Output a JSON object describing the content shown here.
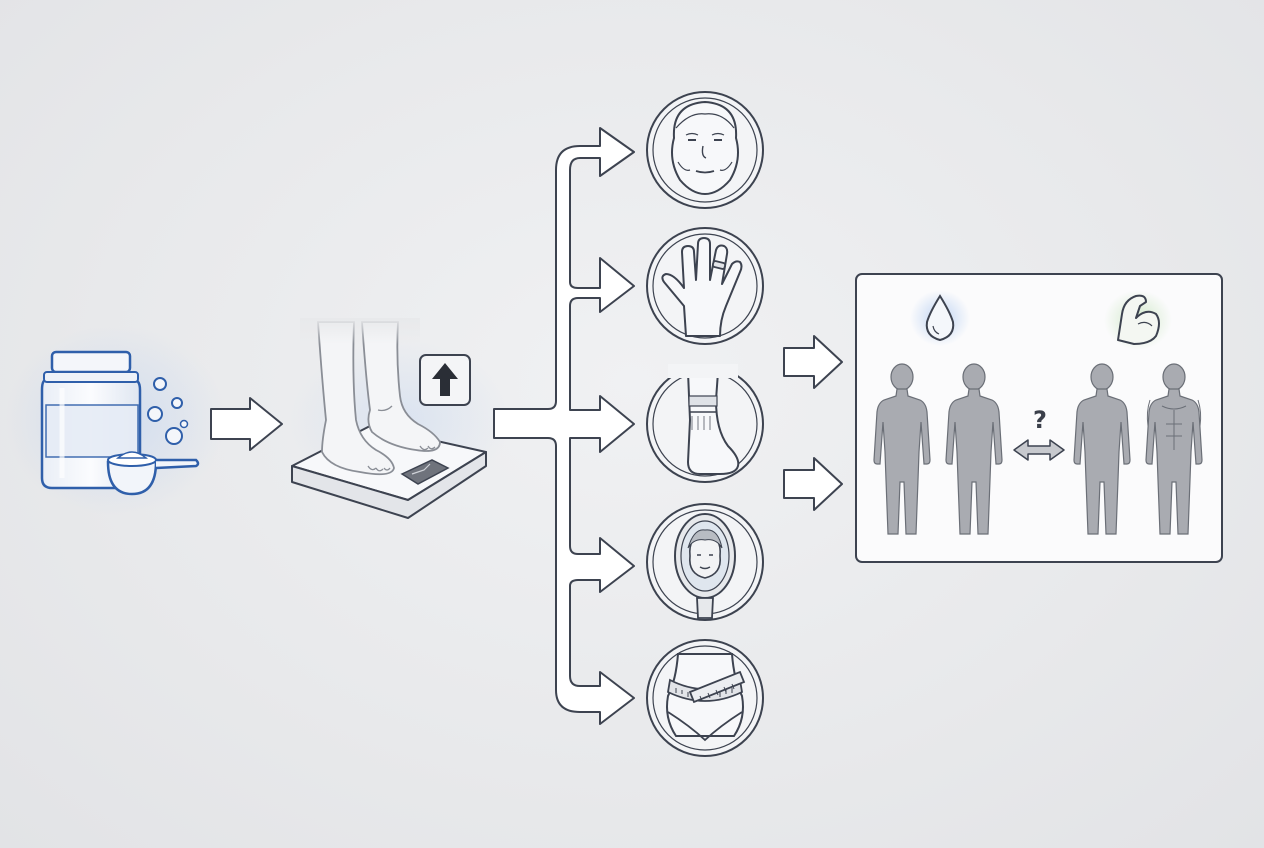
{
  "diagram": {
    "steps": [
      {
        "name": "supplement",
        "icon": "supplement-tub-scoop-icon"
      },
      {
        "name": "scale-weight-gain",
        "icon": "feet-on-scale-icon",
        "badge_icon": "up-arrow-icon"
      },
      {
        "name": "effects",
        "items": [
          {
            "icon": "puffy-face-icon"
          },
          {
            "icon": "swollen-hand-ring-icon"
          },
          {
            "icon": "sock-mark-ankle-icon"
          },
          {
            "icon": "mirror-reflection-icon"
          },
          {
            "icon": "measuring-tape-waist-icon"
          }
        ]
      },
      {
        "name": "comparison-panel",
        "left_icon": "water-drop-icon",
        "right_icon": "flexed-muscle-icon",
        "question_mark": "?",
        "figures": [
          "body-figure",
          "body-figure",
          "body-figure",
          "muscular-body-figure"
        ]
      }
    ],
    "colors": {
      "line": "#3d4350",
      "fill_light": "#f7f8fa",
      "figure_fill": "#a9abb1",
      "blue_accent": "#2f5faa",
      "blue_glow": "#b9d0f2",
      "green_glow": "#cfe8c7"
    }
  }
}
